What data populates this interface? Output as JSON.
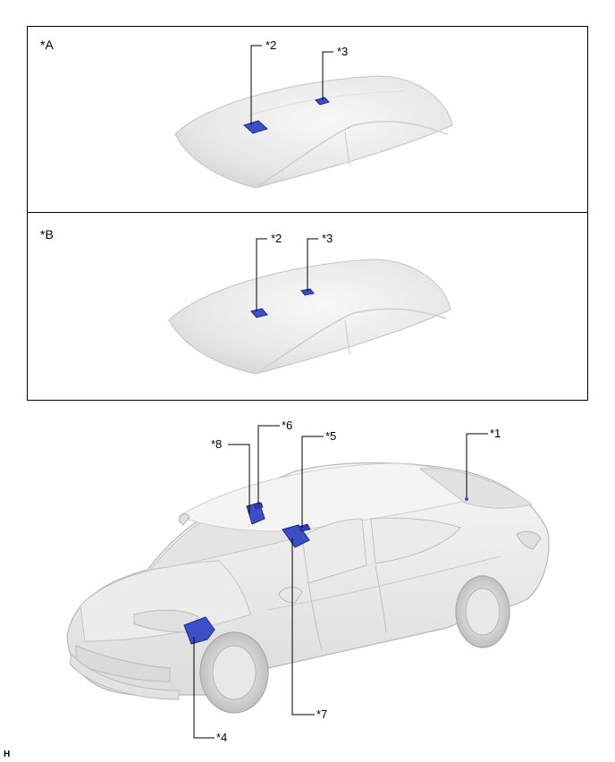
{
  "views": {
    "a": {
      "label": "*A",
      "callouts": [
        "*2",
        "*3"
      ]
    },
    "b": {
      "label": "*B",
      "callouts": [
        "*2",
        "*3"
      ]
    }
  },
  "main_callouts": {
    "c1": "*1",
    "c4": "*4",
    "c5": "*5",
    "c6": "*6",
    "c7": "*7",
    "c8": "*8"
  },
  "corner_mark": "H",
  "colors": {
    "component": "#3a4fc8",
    "component_dark": "#1f2a8a",
    "car_body": "#eeeeee",
    "outline": "#b8b8b8"
  }
}
